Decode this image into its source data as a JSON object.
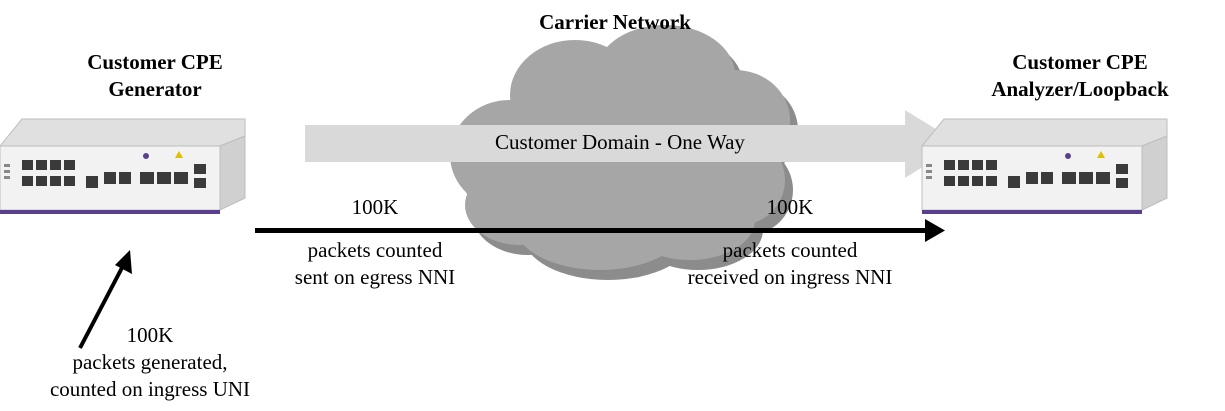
{
  "carrier": {
    "title": "Carrier Network"
  },
  "generator": {
    "line1": "Customer CPE",
    "line2": "Generator"
  },
  "analyzer": {
    "line1": "Customer CPE",
    "line2": "Analyzer/Loopback"
  },
  "domain_arrow": {
    "label": "Customer Domain - One Way",
    "color": "#d9d9d9"
  },
  "egress": {
    "count": "100K",
    "line1": "packets counted",
    "line2": "sent on egress NNI"
  },
  "ingress_nni": {
    "count": "100K",
    "line1": "packets counted",
    "line2": "received on ingress NNI"
  },
  "ingress_uni": {
    "count": "100K",
    "line1": "packets generated,",
    "line2": "counted on ingress UNI"
  },
  "colors": {
    "cloud": "#a6a6a6",
    "cloud_shadow": "#8c8c8c",
    "device_body": "#f2f2f2",
    "device_stripe": "#5b3f8f"
  }
}
